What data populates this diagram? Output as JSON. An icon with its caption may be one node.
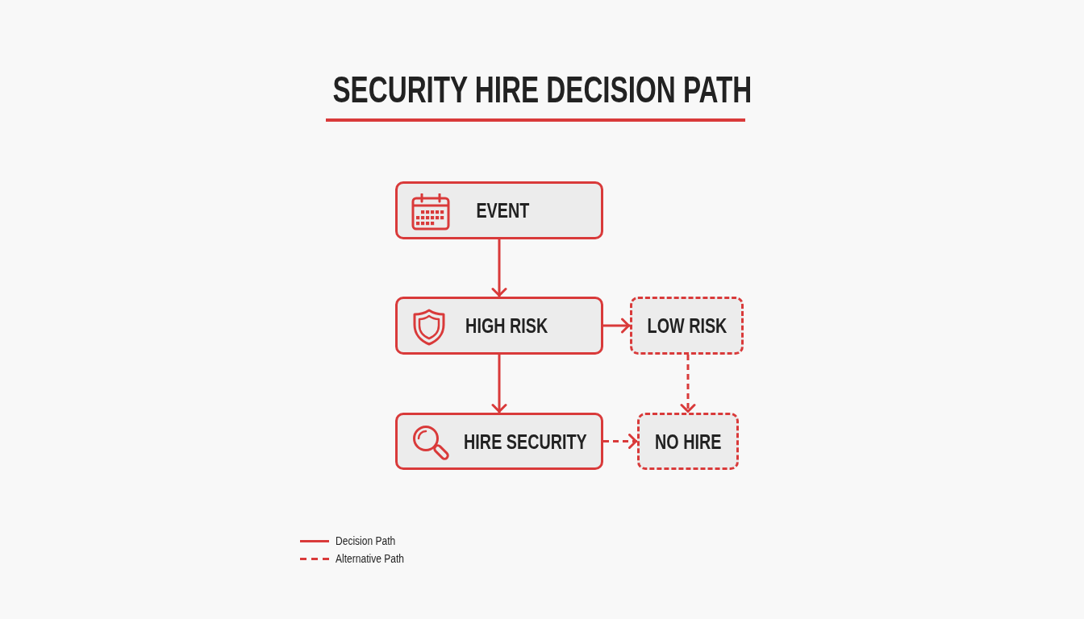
{
  "diagram": {
    "title": "SECURITY HIRE DECISION PATH",
    "nodes": [
      {
        "text": [
          "EVENT"
        ]
      },
      {
        "text": [
          "HIGH RISK"
        ]
      },
      {
        "text": [
          "LOW RISK"
        ]
      },
      {
        "text": [
          "HIRE SECURITY"
        ]
      },
      {
        "text": [
          "NO HIRE"
        ]
      }
    ],
    "edges": [
      {
        "from": 0,
        "to": 1,
        "arrow": "to"
      },
      {
        "from": 1,
        "to": 2,
        "arrow": "to"
      },
      {
        "from": 1,
        "to": 3,
        "arrow": "to"
      },
      {
        "from": 2,
        "to": 4,
        "arrow": "to",
        "style": "dashed"
      },
      {
        "from": 3,
        "to": 4,
        "arrow": "to",
        "style": "dashed"
      }
    ],
    "legend": [
      {
        "text": "Decision Path"
      },
      {
        "text": "Alternative Path"
      }
    ]
  }
}
